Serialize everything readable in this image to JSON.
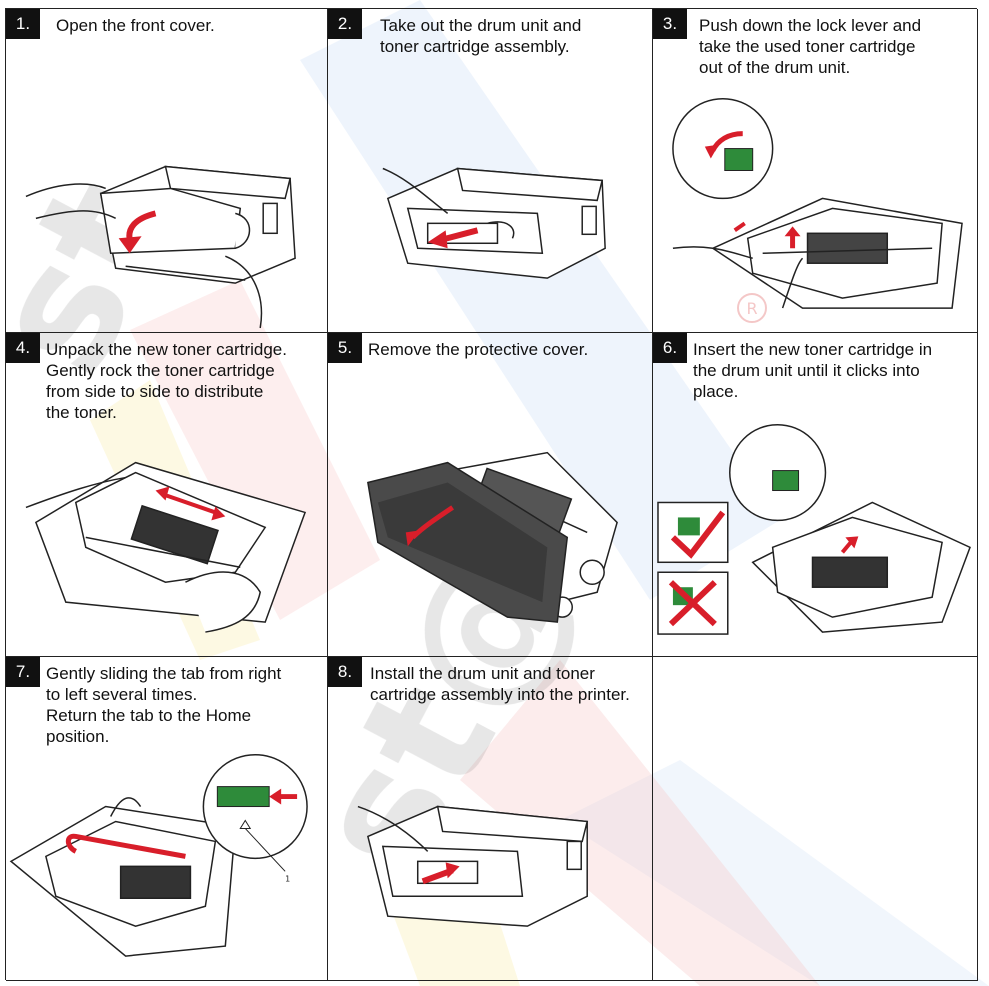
{
  "steps": [
    {
      "number": "1.",
      "text": "Open the front cover."
    },
    {
      "number": "2.",
      "text": "Take out the drum unit and\ntoner cartridge assembly."
    },
    {
      "number": "3.",
      "text": "Push down the lock lever and\ntake the used toner cartridge\nout of the drum unit."
    },
    {
      "number": "4.",
      "text": "Unpack the new toner cartridge.\nGently rock the toner cartridge\nfrom side to side to distribute\nthe toner."
    },
    {
      "number": "5.",
      "text": "Remove the protective cover."
    },
    {
      "number": "6.",
      "text": "Insert the new toner cartridge in\nthe drum unit until it clicks into\nplace."
    },
    {
      "number": "7.",
      "text": "Gently sliding the tab from right\nto left several times.\nReturn the tab to the Home\nposition."
    },
    {
      "number": "8.",
      "text": "Install the drum unit and toner\ncartridge assembly into the printer."
    }
  ],
  "callout_label": "1",
  "watermark": {
    "text": "st@rink",
    "trademark": "R"
  },
  "colors": {
    "arrow": "#d81e2a",
    "lever": "#2e8b3a",
    "check": "#d81e2a",
    "frame": "#222222"
  }
}
